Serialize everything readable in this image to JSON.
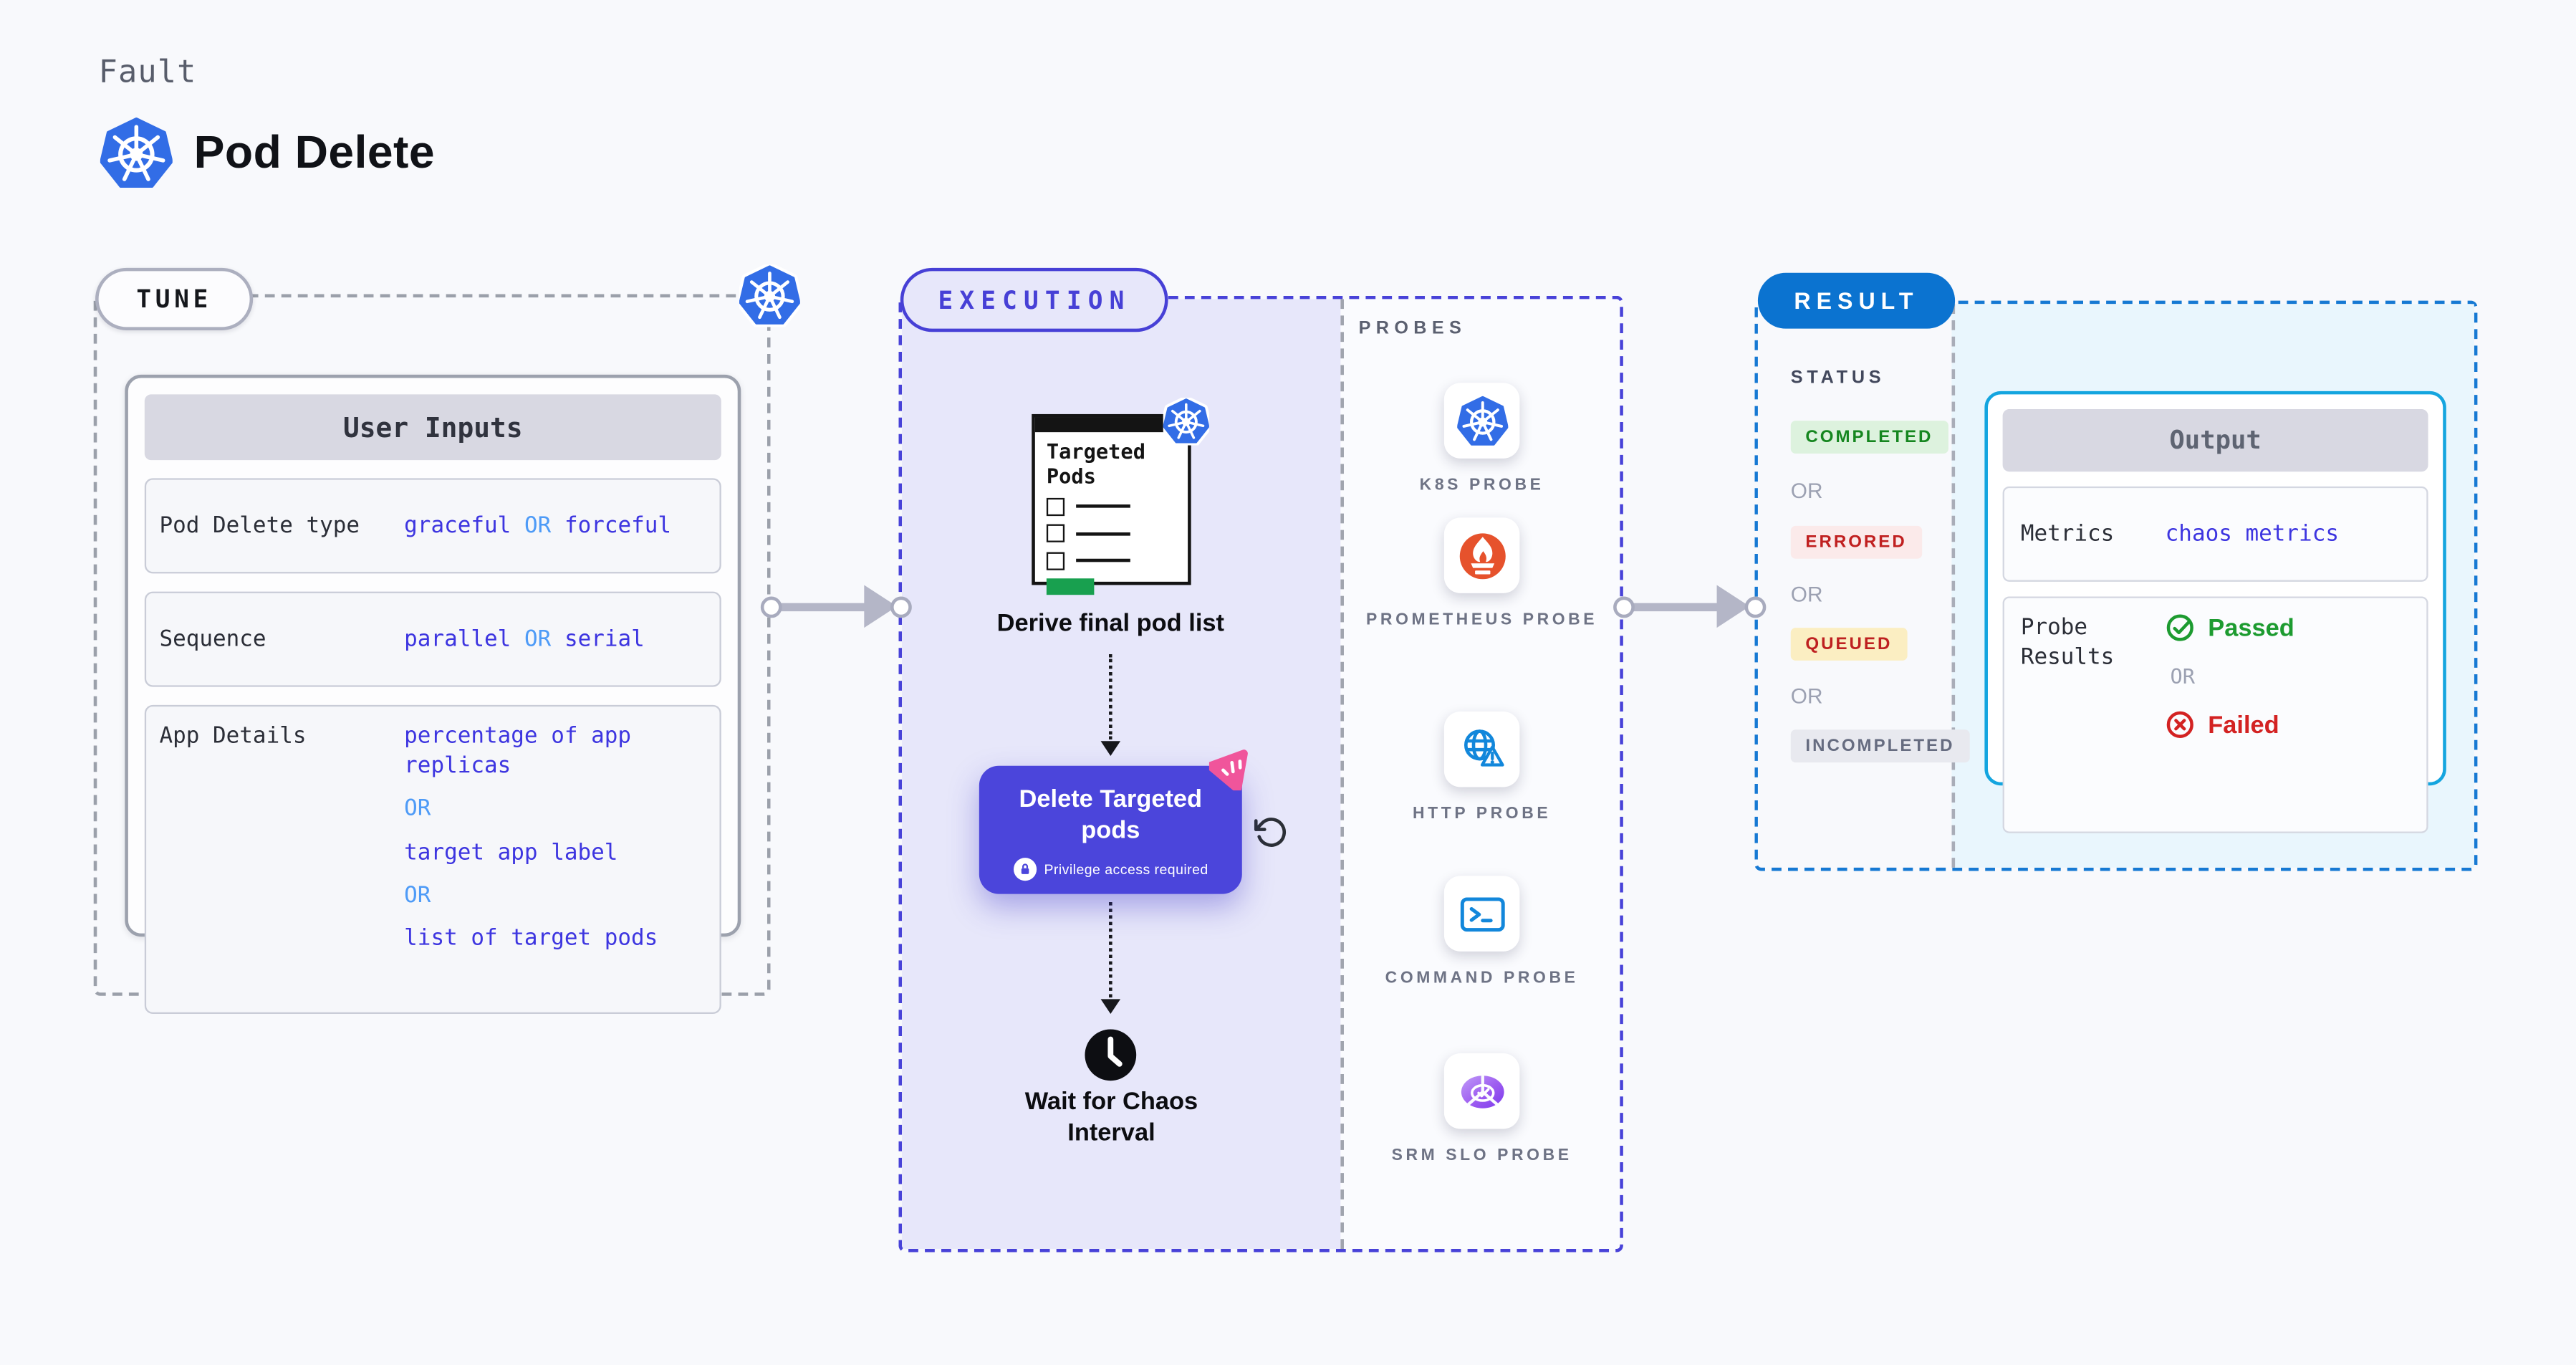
{
  "page": {
    "fault_label": "Fault",
    "title": "Pod Delete"
  },
  "tune": {
    "pill_label": "TUNE",
    "user_inputs": {
      "header": "User Inputs",
      "row_type": {
        "label": "Pod Delete type",
        "value_a": "graceful",
        "or": "OR",
        "value_b": "forceful"
      },
      "row_sequence": {
        "label": "Sequence",
        "value_a": "parallel",
        "or": "OR",
        "value_b": "serial"
      },
      "row_app": {
        "label": "App Details",
        "opt1": "percentage of app replicas",
        "or": "OR",
        "opt2": "target app label",
        "opt3": "list of target pods"
      }
    }
  },
  "execution": {
    "pill_label": "EXECUTION",
    "targeted_pods_title": "Targeted Pods",
    "derive_label": "Derive final pod list",
    "delete_button": {
      "label": "Delete Targeted pods",
      "privilege_note": "Privilege access required"
    },
    "wait_label": "Wait for Chaos Interval",
    "probes": {
      "heading": "PROBES",
      "items": [
        {
          "label": "K8S PROBE",
          "icon": "kubernetes-icon"
        },
        {
          "label": "PROMETHEUS PROBE",
          "icon": "prometheus-icon"
        },
        {
          "label": "HTTP PROBE",
          "icon": "globe-warning-icon"
        },
        {
          "label": "COMMAND PROBE",
          "icon": "terminal-icon"
        },
        {
          "label": "SRM SLO PROBE",
          "icon": "slo-pie-check-icon"
        }
      ]
    }
  },
  "result": {
    "pill_label": "RESULT",
    "status": {
      "heading": "STATUS",
      "or": "OR",
      "completed": "COMPLETED",
      "errored": "ERRORED",
      "queued": "QUEUED",
      "incompleted": "INCOMPLETED"
    },
    "output": {
      "header": "Output",
      "metrics_label": "Metrics",
      "metrics_value": "chaos metrics",
      "probe_results_label": "Probe Results",
      "passed_label": "Passed",
      "or": "OR",
      "failed_label": "Failed"
    }
  },
  "colors": {
    "kubernetes_blue": "#326DE6",
    "indigo_accent": "#4B45DB",
    "value_indigo": "#3D35E0",
    "or_light_blue": "#4E9BF7",
    "result_blue": "#0B73D0",
    "output_cyan_border": "#14A5DF",
    "completed_green": "#15861F",
    "errored_red": "#C02020",
    "queued_yellow_bg": "#FBEEC2",
    "passed_green": "#1D9B30",
    "failed_red": "#D32222",
    "prometheus_orange": "#E6522C",
    "chaos_pink": "#F0559B",
    "progress_green": "#18A04F"
  }
}
